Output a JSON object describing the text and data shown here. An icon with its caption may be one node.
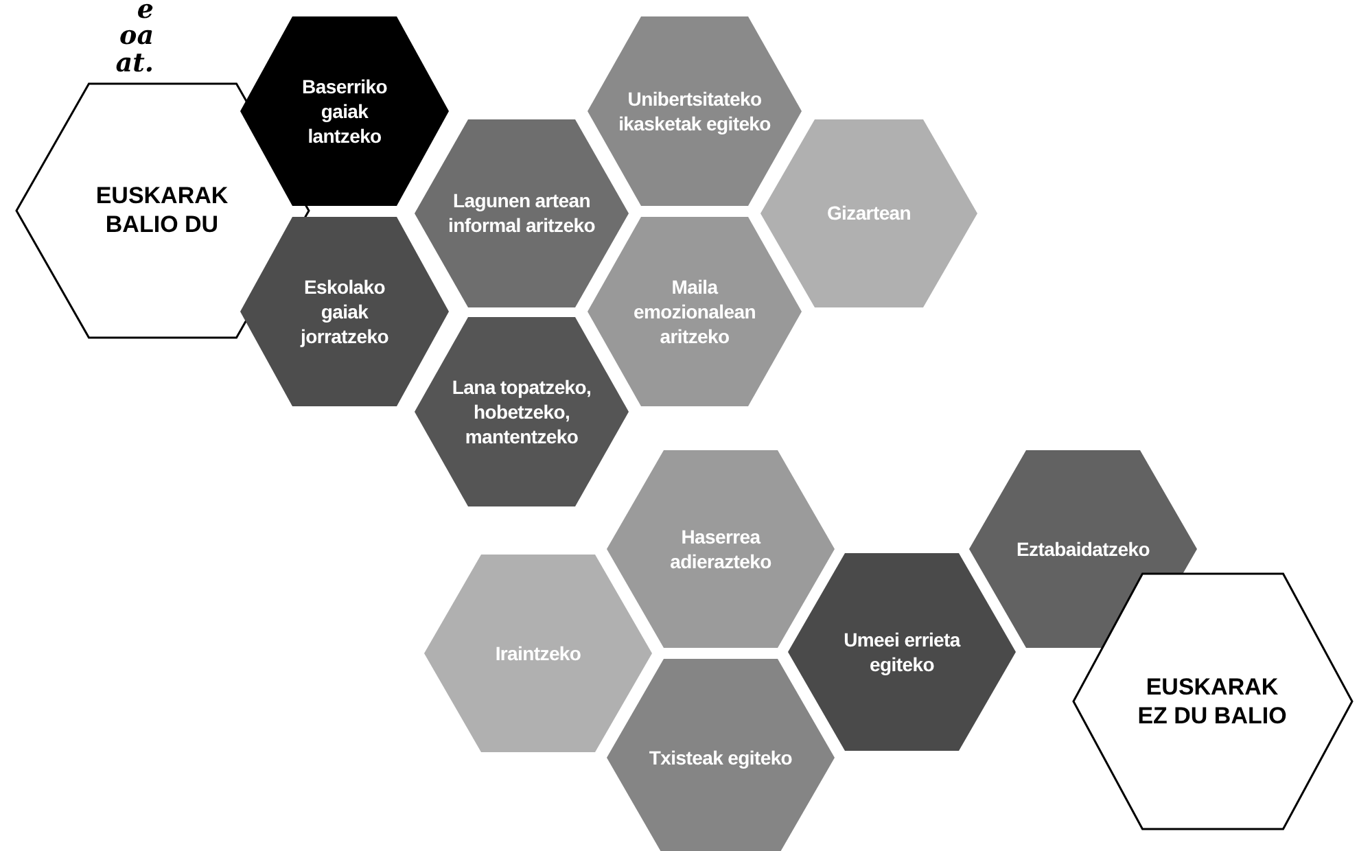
{
  "diagram": {
    "nodes": [
      {
        "text": [
          "EUSKARAK BALIO DU"
        ]
      },
      {
        "text": [
          "Baserriko gaiak lantzeko"
        ]
      },
      {
        "text": [
          "Eskolako gaiak jorratzeko"
        ]
      },
      {
        "text": [
          "Lagunen artean informal aritzeko"
        ]
      },
      {
        "text": [
          "Lana topatzeko, hobetzeko, mantentzeko"
        ]
      },
      {
        "text": [
          "Unibertsitateko ikasketak egiteko"
        ]
      },
      {
        "text": [
          "Maila emozionalean aritzeko"
        ]
      },
      {
        "text": [
          "Gizartean"
        ]
      },
      {
        "text": [
          "Haserrea adierazteko"
        ]
      },
      {
        "text": [
          "Iraintzeko"
        ]
      },
      {
        "text": [
          "Txisteak egiteko"
        ]
      },
      {
        "text": [
          "Umeei errieta egiteko"
        ]
      },
      {
        "text": [
          "Eztabaidatzeko"
        ]
      },
      {
        "text": [
          "EUSKARAK EZ DU BALIO"
        ]
      }
    ],
    "labels": [
      "e",
      "oa",
      "at."
    ]
  }
}
